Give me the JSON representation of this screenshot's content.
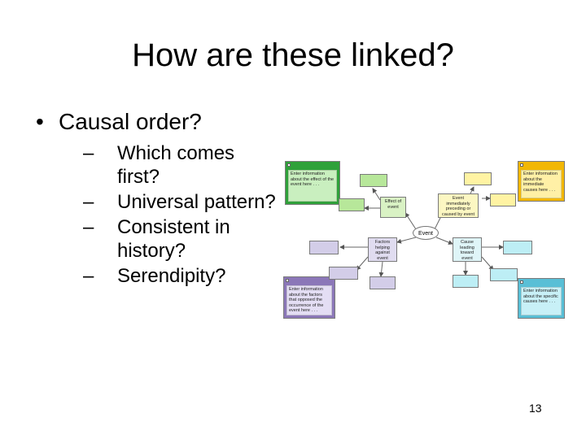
{
  "slide": {
    "title": "How are these linked?",
    "bullet": "Causal order?",
    "bullet_symbol": "•",
    "dash_symbol": "–",
    "sub_items": [
      {
        "line1": "Which comes",
        "line2": "first?"
      },
      {
        "line1": "Universal pattern?",
        "line2": ""
      },
      {
        "line1": "Consistent in",
        "line2": "history?"
      },
      {
        "line1": "Serendipity?",
        "line2": ""
      }
    ],
    "page_number": "13"
  },
  "diagram": {
    "center": "Event",
    "mid_nodes": {
      "effect": {
        "text": "Effect of event",
        "color": "#d9f2c4"
      },
      "immediate": {
        "text": "Event immediately preceding or caused by event",
        "color": "#fcf7c2"
      },
      "factors": {
        "text": "Factors helping against event",
        "color": "#e0dcf0"
      },
      "causes": {
        "text": "Cause leading toward event",
        "color": "#dff5f8"
      }
    },
    "corner_nodes": {
      "green": {
        "text": "Enter information about the effect of the event here . . .",
        "color": "#2fa13a"
      },
      "yellow": {
        "text": "Enter information about the immediate causes here . . .",
        "color": "#f2b705"
      },
      "purple": {
        "text": "Enter information about the factors that opposed the occurrence of the event here . . .",
        "color": "#8b77b8"
      },
      "cyan": {
        "text": "Enter information about the specific causes here . . .",
        "color": "#59bfd6"
      }
    },
    "colors": {
      "green_light": "#b7e79a",
      "yellow_light": "#fff3a3",
      "purple_light": "#d3cde8",
      "cyan_light": "#bdeef5"
    }
  }
}
